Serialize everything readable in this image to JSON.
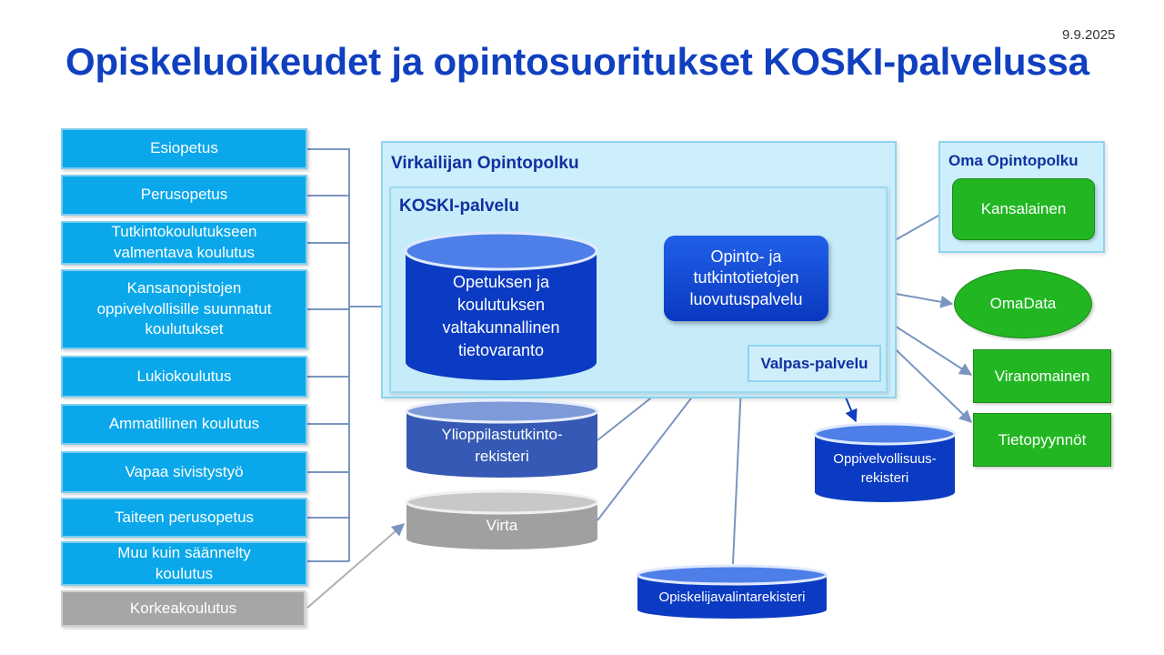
{
  "slide": {
    "date": "9.9.2025",
    "title": "Opiskeluoikeudet ja opintosuoritukset KOSKI-palvelussa"
  },
  "sources": [
    "Esiopetus",
    "Perusopetus",
    "Tutkintokoulutukseen\nvalmentava koulutus",
    "Kansanopistojen\noppivelvollisille suunnatut\nkoulutukset",
    "Lukiokoulutus",
    "Ammatillinen koulutus",
    "Vapaa sivistystyö",
    "Taiteen perusopetus",
    "Muu kuin säännelty\nkoulutus",
    "Korkeakoulutus"
  ],
  "virkailijan": {
    "title": "Virkailijan Opintopolku",
    "koski_title": "KOSKI-palvelu",
    "tietovaranto": "Opetuksen ja\nkoulutuksen\nvaltakunnallinen\ntietovaranto",
    "luovutuspalvelu": "Opinto- ja\ntutkintotietojen\nluovutuspalvelu",
    "valpas": "Valpas-palvelu"
  },
  "registers": {
    "ylioppilas": "Ylioppilastutkinto-\nrekisteri",
    "virta": "Virta",
    "oppivelvollisuus": "Oppivelvollisuus-\nrekisteri",
    "opiskelijavalinta": "Opiskelijavalintarekisteri"
  },
  "recipients": {
    "oma_title": "Oma Opintopolku",
    "kansalainen": "Kansalainen",
    "omadata": "OmaData",
    "viranomainen": "Viranomainen",
    "tietopyynnot": "Tietopyynnöt"
  },
  "colors": {
    "title": "#1040c0",
    "source_box": "#0aa8ea",
    "source_box_gray": "#a6a6a6",
    "panel": "#cceffb",
    "dark_blue": "#0a38c0",
    "green": "#22b722",
    "connector": "#7a95c0"
  }
}
